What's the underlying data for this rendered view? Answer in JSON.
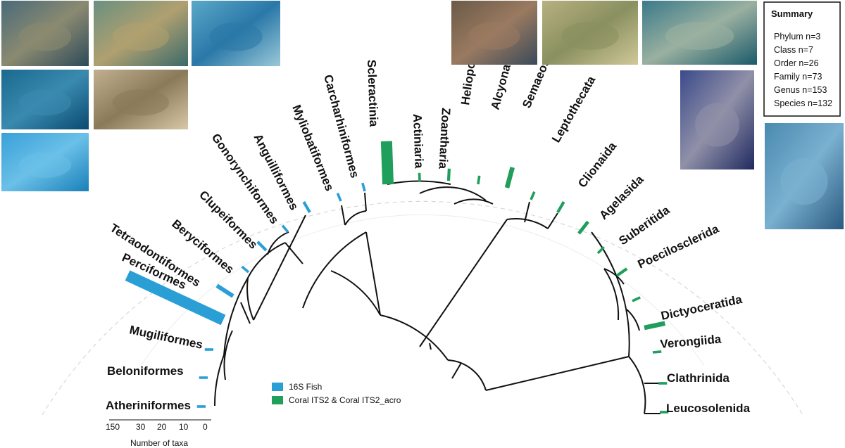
{
  "colors": {
    "fish": "#2a9fd6",
    "coral": "#1f9e5c",
    "branch": "#111111",
    "guide": "#d4d4d4"
  },
  "legend": [
    {
      "label": "16S Fish",
      "color": "#2a9fd6"
    },
    {
      "label": "Coral ITS2 & Coral ITS2_acro",
      "color": "#1f9e5c"
    }
  ],
  "summary": {
    "title": "Summary",
    "lines": [
      "Phylum n=3",
      "Class n=7",
      "Order n=26",
      "Family n=73",
      "Genus n=153",
      "Species n=132"
    ]
  },
  "axis": {
    "ticks": [
      "150",
      "30",
      "20",
      "10",
      "0"
    ],
    "label": "Number of taxa"
  },
  "taxa": [
    {
      "name": "Atheriniformes",
      "group": "fish",
      "count": 1
    },
    {
      "name": "Beloniformes",
      "group": "fish",
      "count": 1
    },
    {
      "name": "Mugiliformes",
      "group": "fish",
      "count": 1
    },
    {
      "name": "Perciformes",
      "group": "fish",
      "count": 150
    },
    {
      "name": "Tetraodontiformes",
      "group": "fish",
      "count": 5
    },
    {
      "name": "Beryciformes",
      "group": "fish",
      "count": 1
    },
    {
      "name": "Clupeiformes",
      "group": "fish",
      "count": 2
    },
    {
      "name": "Gonorynchiformes",
      "group": "fish",
      "count": 1
    },
    {
      "name": "Anguilliformes",
      "group": "fish",
      "count": 2
    },
    {
      "name": "Myliobatiformes",
      "group": "fish",
      "count": 1
    },
    {
      "name": "Carcharhiniformes",
      "group": "fish",
      "count": 1
    },
    {
      "name": "Scleractinia",
      "group": "coral",
      "count": 25
    },
    {
      "name": "Actiniaria",
      "group": "coral",
      "count": 1
    },
    {
      "name": "Zoantharia",
      "group": "coral",
      "count": 2
    },
    {
      "name": "Helioporacea",
      "group": "coral",
      "count": 1
    },
    {
      "name": "Alcyonacea",
      "group": "coral",
      "count": 6
    },
    {
      "name": "Semaeostomeae",
      "group": "coral",
      "count": 1
    },
    {
      "name": "Leptothecata",
      "group": "coral",
      "count": 2
    },
    {
      "name": "Clionaida",
      "group": "coral",
      "count": 3
    },
    {
      "name": "Agelasida",
      "group": "coral",
      "count": 1
    },
    {
      "name": "Suberitida",
      "group": "coral",
      "count": 2
    },
    {
      "name": "Poecilosclerida",
      "group": "coral",
      "count": 1
    },
    {
      "name": "Dictyoceratida",
      "group": "coral",
      "count": 6
    },
    {
      "name": "Verongiida",
      "group": "coral",
      "count": 1
    },
    {
      "name": "Clathrinida",
      "group": "coral",
      "count": 1
    },
    {
      "name": "Leucosolenida",
      "group": "coral",
      "count": 1
    }
  ],
  "photos": [
    {
      "name": "pufferfish-photo",
      "palette": [
        "#4a6a7a",
        "#8a8a70",
        "#2e4a5a"
      ]
    },
    {
      "name": "stingray-photo",
      "palette": [
        "#6a9080",
        "#b0a070",
        "#3a6a6a"
      ]
    },
    {
      "name": "shark-photo",
      "palette": [
        "#5aa8c8",
        "#2a78a8",
        "#9ac8d8"
      ]
    },
    {
      "name": "napoleon-wrasse-photo",
      "palette": [
        "#1a6a90",
        "#3a8ab0",
        "#0a4a70"
      ]
    },
    {
      "name": "moray-eel-photo",
      "palette": [
        "#c0b090",
        "#8a7a5a",
        "#d8c8a8"
      ]
    },
    {
      "name": "barracuda-photo",
      "palette": [
        "#3aa0d8",
        "#6ac0e8",
        "#1a80b8"
      ]
    },
    {
      "name": "soft-coral-photo",
      "palette": [
        "#6a5a48",
        "#9a7a60",
        "#3a4a5a"
      ]
    },
    {
      "name": "leather-coral-photo",
      "palette": [
        "#b8b080",
        "#8a9060",
        "#d0c898"
      ]
    },
    {
      "name": "staghorn-coral-photo",
      "palette": [
        "#3a7a8a",
        "#9ab0a0",
        "#1a5a6a"
      ]
    },
    {
      "name": "brain-coral-photo",
      "palette": [
        "#3a4a8a",
        "#9090a8",
        "#202a60"
      ]
    },
    {
      "name": "plate-coral-photo",
      "palette": [
        "#4a8ab0",
        "#7ab0d0",
        "#2a5a80"
      ]
    }
  ]
}
